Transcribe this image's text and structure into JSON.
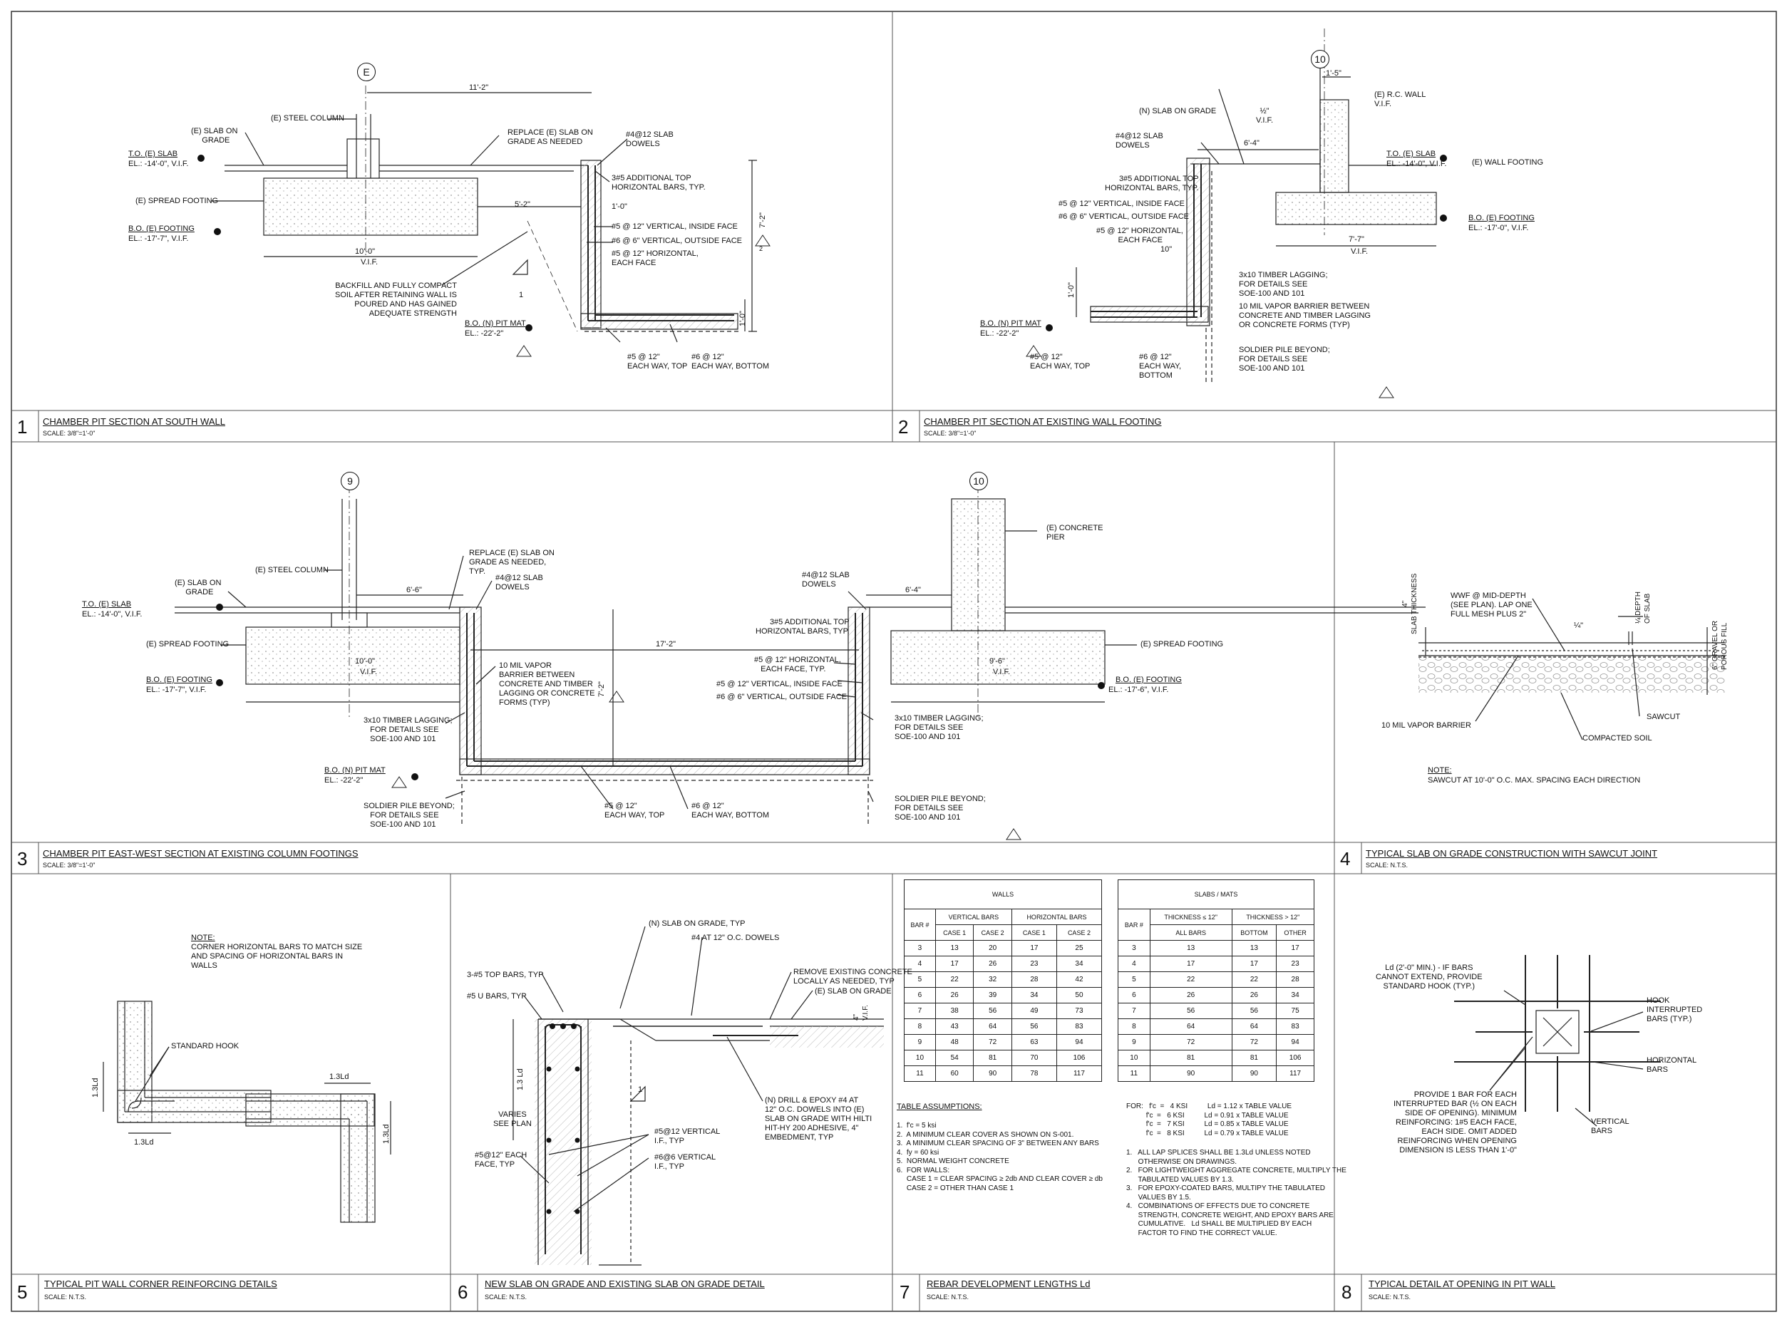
{
  "panels": [
    {
      "num": "1",
      "title": "CHAMBER PIT SECTION AT SOUTH WALL",
      "scale": "SCALE: 3/8\"=1'-0\""
    },
    {
      "num": "2",
      "title": "CHAMBER PIT SECTION AT EXISTING WALL FOOTING",
      "scale": "SCALE: 3/8\"=1'-0\""
    },
    {
      "num": "3",
      "title": "CHAMBER PIT EAST-WEST SECTION AT EXISTING COLUMN FOOTINGS",
      "scale": "SCALE: 3/8\"=1'-0\""
    },
    {
      "num": "4",
      "title": "TYPICAL SLAB ON GRADE CONSTRUCTION WITH SAWCUT JOINT",
      "scale": "SCALE: N.T.S."
    },
    {
      "num": "5",
      "title": "TYPICAL PIT WALL CORNER REINFORCING DETAILS",
      "scale": "SCALE: N.T.S."
    },
    {
      "num": "6",
      "title": "NEW SLAB ON GRADE AND EXISTING SLAB ON GRADE DETAIL",
      "scale": "SCALE: N.T.S."
    },
    {
      "num": "7",
      "title": "REBAR DEVELOPMENT LENGTHS Ld",
      "scale": "SCALE: N.T.S."
    },
    {
      "num": "8",
      "title": "TYPICAL DETAIL AT OPENING IN PIT WALL",
      "scale": "SCALE: N.T.S."
    }
  ],
  "grid": {
    "e": "E",
    "ten": "10",
    "nine": "9"
  },
  "revision_mark": "2",
  "d1": {
    "steel_column": "(E) STEEL COLUMN",
    "slab_on_grade": "(E) SLAB ON\n     GRADE",
    "to_slab": "T.O. (E) SLAB",
    "to_slab_el": "EL.: -14'-0\", V.I.F.",
    "spread_footing": "(E) SPREAD FOOTING",
    "bo_footing": "B.O. (E) FOOTING",
    "bo_footing_el": "EL.: -17'-7\", V.I.F.",
    "dim_11_2": "11'-2\"",
    "dim_5_2": "5'-2\"",
    "dim_10_0": "10'-0\"",
    "vif": "V.I.F.",
    "replace": "REPLACE (E) SLAB ON\nGRADE AS NEEDED",
    "dowels": "#4@12 SLAB\nDOWELS",
    "addl_top": "3#5 ADDITIONAL TOP\nHORIZONTAL BARS, TYP.",
    "dim_1_0": "1'-0\"",
    "vert_inside": "#5 @ 12\" VERTICAL, INSIDE FACE",
    "vert_outside": "#6 @ 6\" VERTICAL, OUTSIDE FACE",
    "horizontal": "#5 @ 12\" HORIZONTAL,\nEACH FACE",
    "dim_7_2": "7'-2\"",
    "dim_1_0b": "1'-0\"",
    "backfill": "BACKFILL AND FULLY COMPACT\nSOIL AFTER RETAINING WALL IS\n  POURED AND HAS GAINED\n       ADEQUATE STRENGTH",
    "slope": "1",
    "bo_pit": "B.O. (N) PIT MAT",
    "bo_pit_el": "EL.: -22'-2\"",
    "top_bars": "#5 @ 12\"\nEACH WAY, TOP",
    "bot_bars": "#6 @ 12\"\nEACH WAY, BOTTOM"
  },
  "d2": {
    "dim_1_5": "1'-5\"",
    "rc_wall": "(E) R.C. WALL\nV.I.F.",
    "n_slab": "(N) SLAB ON GRADE",
    "half_vif": "½\"\nV.I.F.",
    "dowels": "#4@12 SLAB\nDOWELS",
    "dim_6_4": "6'-4\"",
    "to_slab": "T.O. (E) SLAB",
    "to_slab_el": "EL.: -14'-0\", V.I.F.",
    "wall_footing": "(E) WALL FOOTING",
    "addl_top": "3#5 ADDITIONAL TOP\nHORIZONTAL BARS, TYP.",
    "vert_inside": "#5 @ 12\" VERTICAL, INSIDE FACE",
    "vert_outside": "#6 @ 6\" VERTICAL, OUTSIDE FACE",
    "horizontal": "#5 @ 12\" HORIZONTAL,\n          EACH FACE",
    "dim_10": "10\"",
    "bo_footing": "B.O. (E) FOOTING",
    "bo_footing_el": "EL.: -17'-0\", V.I.F.",
    "dim_7_7": "7'-7\"",
    "vif": "V.I.F.",
    "lagging": "3x10 TIMBER LAGGING;\nFOR DETAILS SEE\nSOE-100 AND 101",
    "vapor": "10 MIL VAPOR BARRIER BETWEEN\nCONCRETE AND TIMBER LAGGING\nOR CONCRETE FORMS (TYP)",
    "dim_1_0": "1'-0\"",
    "bo_pit": "B.O. (N) PIT MAT",
    "bo_pit_el": "EL.: -22'-2\"",
    "top_bars": "#5 @ 12\"\nEACH WAY, TOP",
    "bot_bars": "#6 @ 12\"\nEACH WAY,\nBOTTOM",
    "soldier": "SOLDIER PILE BEYOND;\nFOR DETAILS SEE\nSOE-100 AND 101"
  },
  "d3": {
    "steel_column": "(E) STEEL COLUMN",
    "slab_on_grade": "(E) SLAB ON\n     GRADE",
    "to_slab": "T.O. (E) SLAB",
    "to_slab_el": "EL.: -14'-0\", V.I.F.",
    "spread_footing": "(E) SPREAD FOOTING",
    "bo_footing": "B.O. (E) FOOTING",
    "bo_footing_el": "EL.: -17'-7\", V.I.F.",
    "dim_6_6": "6'-6\"",
    "dim_10_0": "10'-0\"",
    "vif": "V.I.F.",
    "replace": "REPLACE (E) SLAB ON\nGRADE AS NEEDED,\nTYP.",
    "dowels_l": "#4@12 SLAB\nDOWELS",
    "vapor": "10 MIL VAPOR\nBARRIER BETWEEN\nCONCRETE AND TIMBER\nLAGGING OR CONCRETE\nFORMS (TYP)",
    "dim_17_2": "17'-2\"",
    "dim_7_2": "7'-2\"",
    "lagging_l": "3x10 TIMBER LAGGING;\n   FOR DETAILS SEE\n   SOE-100 AND 101",
    "bo_pit": "B.O. (N) PIT MAT",
    "bo_pit_el": "EL.: -22'-2\"",
    "soldier_l": "SOLDIER PILE BEYOND;\n   FOR DETAILS SEE\n   SOE-100 AND 101",
    "top_bars": "#5 @ 12\"\nEACH WAY, TOP",
    "bot_bars": "#6 @ 12\"\nEACH WAY, BOTTOM",
    "dowels_r": "#4@12 SLAB\nDOWELS",
    "addl_top": "3#5 ADDITIONAL TOP\nHORIZONTAL BARS, TYP.",
    "dim_6_4": "6'-4\"",
    "horizontal": "#5 @ 12\" HORIZONTAL,\n   EACH FACE, TYP.",
    "vert_inside": "#5 @ 12\" VERTICAL, INSIDE FACE",
    "vert_outside": "#6 @ 6\" VERTICAL, OUTSIDE FACE",
    "concrete_pier": "(E) CONCRETE\nPIER",
    "spread_footing_r": "(E) SPREAD FOOTING",
    "dim_9_6": "9'-6\"",
    "bo_footing_r": "B.O. (E) FOOTING",
    "bo_footing_r_el": "EL.: -17'-6\", V.I.F.",
    "lagging_r": "3x10 TIMBER LAGGING;\nFOR DETAILS SEE\nSOE-100 AND 101",
    "soldier_r": "SOLDIER PILE BEYOND;\nFOR DETAILS SEE\nSOE-100 AND 101"
  },
  "d4": {
    "slab_thickness": "4\"\nSLAB THICKNESS",
    "wwf": "WWF @ MID-DEPTH\n(SEE PLAN). LAP ONE\nFULL MESH PLUS 2\"",
    "quarter": "¼\"",
    "depth": "¼ DEPTH\nOF SLAB",
    "gravel": "6\" GRAVEL OR\nPOROUS FILL",
    "vapor": "10 MIL VAPOR BARRIER",
    "sawcut": "SAWCUT",
    "compacted": "COMPACTED SOIL",
    "note_h": "NOTE:",
    "note": "SAWCUT AT 10'-0\" O.C. MAX. SPACING EACH DIRECTION"
  },
  "d5": {
    "note_h": "NOTE:",
    "note": "CORNER HORIZONTAL BARS TO MATCH SIZE\nAND SPACING OF HORIZONTAL BARS IN\nWALLS",
    "hook": "STANDARD HOOK",
    "l1": "1.3Ld",
    "l2": "1.3Ld",
    "l3": "1.3Ld",
    "l4": "1.3Ld"
  },
  "d6": {
    "n_slab": "(N) SLAB ON GRADE, TYP",
    "dowels": "#4 AT 12\" O.C. DOWELS",
    "top_bars": "3-#5 TOP BARS, TYP",
    "u_bars": "#5 U BARS, TYP",
    "remove": "REMOVE EXISTING CONCRETE\nLOCALLY AS NEEDED, TYP",
    "e_slab": "(E) SLAB ON GRADE",
    "vif": "4\"\nV.I.F.",
    "ld": "1.3 Ld",
    "varies": "VARIES\nSEE PLAN",
    "slope": "1",
    "drill": "(N) DRILL & EPOXY #4 AT\n12\" O.C. DOWELS INTO (E)\nSLAB ON GRADE WITH HILTI\nHIT-HY 200 ADHESIVE, 4\"\nEMBEDMENT, TYP",
    "vert5": "#5@12 VERTICAL\nI.F., TYP",
    "horiz": "#5@12\" EACH\nFACE, TYP",
    "vert6": "#6@6 VERTICAL\nI.F., TYP"
  },
  "d7": {
    "walls_title": "WALLS",
    "slabs_title": "SLABS / MATS",
    "bar": "BAR #",
    "vertical": "VERTICAL BARS",
    "horizontal": "HORIZONTAL BARS",
    "case1": "CASE 1",
    "case2": "CASE 2",
    "thick_le": "THICKNESS ≤ 12\"",
    "thick_gt": "THICKNESS > 12\"",
    "all_bars": "ALL BARS",
    "bottom": "BOTTOM",
    "other": "OTHER",
    "walls_rows": [
      [
        "3",
        "13",
        "20",
        "17",
        "25"
      ],
      [
        "4",
        "17",
        "26",
        "23",
        "34"
      ],
      [
        "5",
        "22",
        "32",
        "28",
        "42"
      ],
      [
        "6",
        "26",
        "39",
        "34",
        "50"
      ],
      [
        "7",
        "38",
        "56",
        "49",
        "73"
      ],
      [
        "8",
        "43",
        "64",
        "56",
        "83"
      ],
      [
        "9",
        "48",
        "72",
        "63",
        "94"
      ],
      [
        "10",
        "54",
        "81",
        "70",
        "106"
      ],
      [
        "11",
        "60",
        "90",
        "78",
        "117"
      ]
    ],
    "slabs_rows": [
      [
        "3",
        "13",
        "13",
        "17"
      ],
      [
        "4",
        "17",
        "17",
        "23"
      ],
      [
        "5",
        "22",
        "22",
        "28"
      ],
      [
        "6",
        "26",
        "26",
        "34"
      ],
      [
        "7",
        "56",
        "56",
        "75"
      ],
      [
        "8",
        "64",
        "64",
        "83"
      ],
      [
        "9",
        "72",
        "72",
        "94"
      ],
      [
        "10",
        "81",
        "81",
        "106"
      ],
      [
        "11",
        "90",
        "90",
        "117"
      ]
    ],
    "assump_h": "TABLE ASSUMPTIONS:",
    "assumptions": "1.  f'c = 5 ksi\n2.  A MINIMUM CLEAR COVER AS SHOWN ON S-001.\n3.  A MINIMUM CLEAR SPACING OF 3\" BETWEEN ANY BARS\n4.  fy = 60 ksi\n5.  NORMAL WEIGHT CONCRETE\n6.  FOR WALLS:\n     CASE 1 = CLEAR SPACING ≥ 2db AND CLEAR COVER ≥ db\n     CASE 2 = OTHER THAN CASE 1",
    "for_fc": "FOR:   f'c  =   4 KSI          Ld = 1.12 x TABLE VALUE\n          f'c  =   6 KSI          Ld = 0.91 x TABLE VALUE\n          f'c  =   7 KSI          Ld = 0.85 x TABLE VALUE\n          f'c  =   8 KSI          Ld = 0.79 x TABLE VALUE",
    "notes": "1.   ALL LAP SPLICES SHALL BE 1.3Ld UNLESS NOTED\n      OTHERWISE ON DRAWINGS.\n2.   FOR LIGHTWEIGHT AGGREGATE CONCRETE, MULTIPLY THE\n      TABULATED VALUES BY 1.3.\n3.   FOR EPOXY-COATED BARS, MULTIPY THE TABULATED\n      VALUES BY 1.5.\n4.   COMBINATIONS OF EFFECTS DUE TO CONCRETE\n      STRENGTH, CONCRETE WEIGHT, AND EPOXY BARS ARE\n      CUMULATIVE.   Ld SHALL BE MULTIPLIED BY EACH\n      FACTOR TO FIND THE CORRECT VALUE."
  },
  "d8": {
    "ld_note": "Ld (2'-0\" MIN.) - IF BARS\nCANNOT EXTEND, PROVIDE\nSTANDARD HOOK (TYP.)",
    "hook_bars": "HOOK\nINTERRUPTED\nBARS (TYP.)",
    "horiz_bars": "HORIZONTAL\nBARS",
    "provide": "PROVIDE 1 BAR FOR EACH\nINTERRUPTED BAR (½ ON EACH\nSIDE OF OPENING). MINIMUM\nREINFORCING: 1#5 EACH FACE,\nEACH SIDE. OMIT ADDED\nREINFORCING WHEN OPENING\nDIMENSION IS LESS THAN 1'-0\"",
    "vert_bars": "VERTICAL\nBARS"
  }
}
